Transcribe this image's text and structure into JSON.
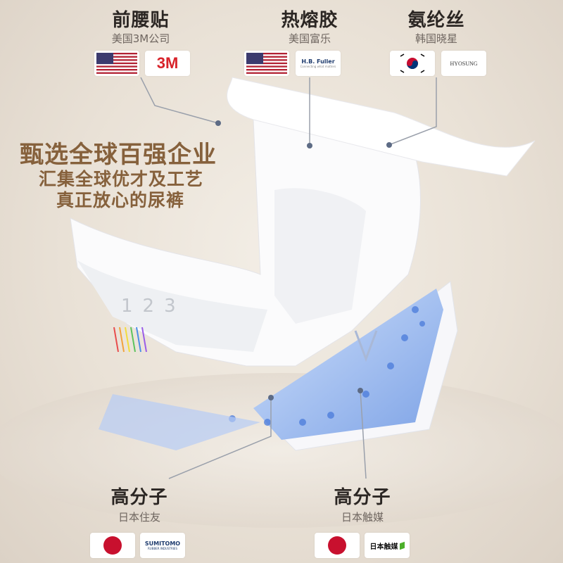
{
  "features": [
    {
      "title": "前腰贴",
      "supplier": "美国3M公司",
      "country_flag": "usa-flag",
      "logo": "3M"
    },
    {
      "title": "热熔胶",
      "supplier": "美国富乐",
      "country_flag": "usa-flag",
      "logo": "H.B. Fuller",
      "logo_tagline": "Connecting what matters"
    },
    {
      "title": "氨纶丝",
      "supplier": "韩国晓星",
      "country_flag": "korea-flag",
      "logo": "HYOSUNG"
    },
    {
      "title": "高分子",
      "supplier": "日本住友",
      "country_flag": "japan-flag",
      "logo": "SUMITOMO",
      "logo_tagline": "RUBBER INDUSTRIES"
    },
    {
      "title": "高分子",
      "supplier": "日本触媒",
      "country_flag": "japan-flag",
      "logo": "日本触媒"
    }
  ],
  "headline": {
    "line1": "甄选全球百强企业",
    "line2": "汇集全球优才及工艺",
    "line3": "真正放心的尿裤"
  },
  "product": {
    "size_marks": [
      "1",
      "2",
      "3"
    ]
  },
  "colors": {
    "headline": "#86613c",
    "brand_3m": "#d8232a",
    "usa_red": "#b22234",
    "usa_blue": "#3c3b6e",
    "japan_red": "#c8102e"
  }
}
